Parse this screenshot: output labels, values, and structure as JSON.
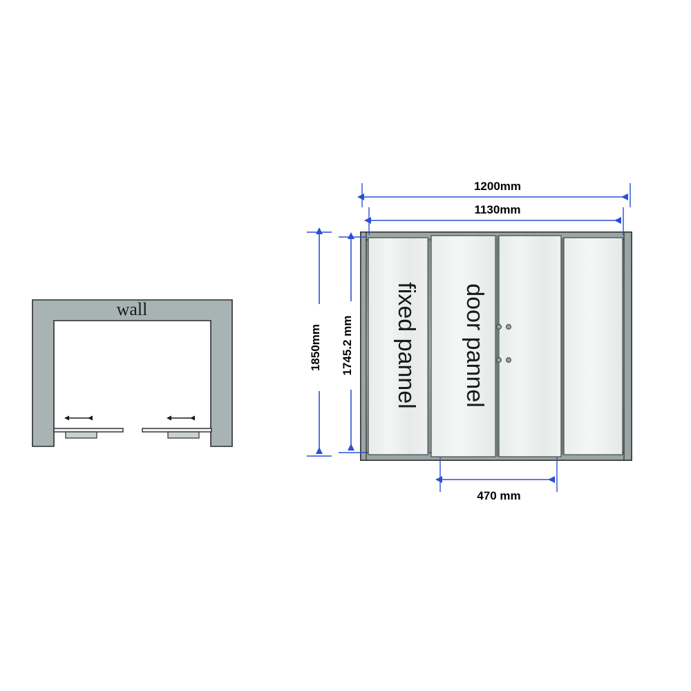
{
  "diagram": {
    "title": "Sliding shower door technical drawing",
    "left_view": {
      "name": "wall-opening-plan-view",
      "label": "wall",
      "wall_color": "#a8b4b4",
      "outline_color": "#2b2b2b",
      "arrow_label_left": "slide-arrow-left",
      "arrow_label_right": "slide-arrow-right"
    },
    "right_view": {
      "name": "shower-door-front-elevation",
      "frame_color": "#6e7a7a",
      "glass_color": "#eef1f0",
      "panels": [
        {
          "id": "panel-1",
          "label": "fixed pannel"
        },
        {
          "id": "panel-2",
          "label": "door pannel"
        },
        {
          "id": "panel-3",
          "label": ""
        },
        {
          "id": "panel-4",
          "label": ""
        }
      ]
    },
    "dimensions": {
      "accent_color": "#2b4fd1",
      "overall_width": "1200mm",
      "inner_width": "1130mm",
      "overall_height": "1850mm",
      "glass_height": "1745.2 mm",
      "panel_width": "470 mm"
    }
  }
}
